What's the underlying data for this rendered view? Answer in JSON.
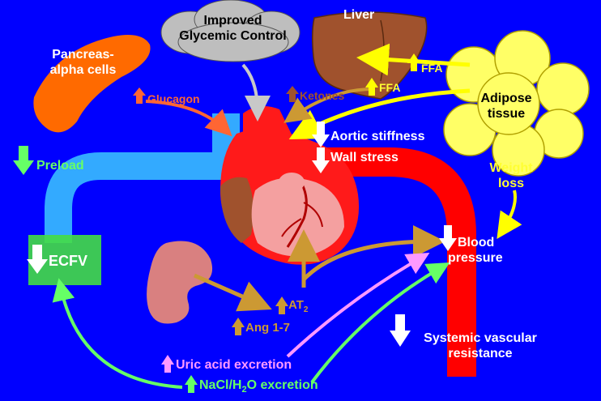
{
  "labels": {
    "cloud_line1": "Improved",
    "cloud_line2": "Glycemic Control",
    "liver": "Liver",
    "pancreas_line1": "Pancreas-",
    "pancreas_line2": "alpha cells",
    "glucagon": "Glucagon",
    "ketones": "Ketones",
    "ffa_top": "FFA",
    "ffa_mid": "FFA",
    "adipose_line1": "Adipose",
    "adipose_line2": "tissue",
    "aortic_stiffness": "Aortic stiffness",
    "wall_stress": "Wall stress",
    "preload": "Preload",
    "weight_line1": "Weight",
    "weight_line2": "loss",
    "ecfv": "ECFV",
    "blood_line1": "Blood",
    "blood_line2": "pressure",
    "at2_main": "AT",
    "at2_sub": "2",
    "ang17": "Ang 1-7",
    "svr_line1": "Systemic vascular",
    "svr_line2": "resistance",
    "uric": "Uric acid excretion",
    "nacl_a": "NaCl/H",
    "nacl_sub": "2",
    "nacl_b": "O excretion"
  },
  "colors": {
    "background": "#0000FF",
    "artery_red": "#FF0000",
    "vein_blue": "#33AAFF",
    "heart_red": "#FF1A1A",
    "heart_pink": "#F4A0A0",
    "heart_brown": "#A0522D",
    "liver": "#A0522D",
    "pancreas": "#FF6A00",
    "adipose": "#FFFF66",
    "cloud": "#BEBEBE",
    "kidney": "#D98080",
    "ecfv_box": "#44DD44",
    "arrow_yellow": "#FFFF00",
    "arrow_orange": "#FF6633",
    "arrow_tan": "#CC9933",
    "arrow_green": "#66FF66",
    "arrow_pink": "#FF99FF",
    "arrow_white": "#FFFFFF",
    "text_green": "#66FF66",
    "text_yellow": "#FFFF33"
  },
  "indicators": {
    "glucagon": "up",
    "ketones": "up",
    "ffa": "up",
    "aortic_stiffness": "down",
    "wall_stress": "down",
    "preload": "down",
    "ecfv": "down",
    "blood_pressure": "down",
    "at2": "up",
    "ang17": "up",
    "svr": "down",
    "uric": "up",
    "nacl": "up"
  }
}
